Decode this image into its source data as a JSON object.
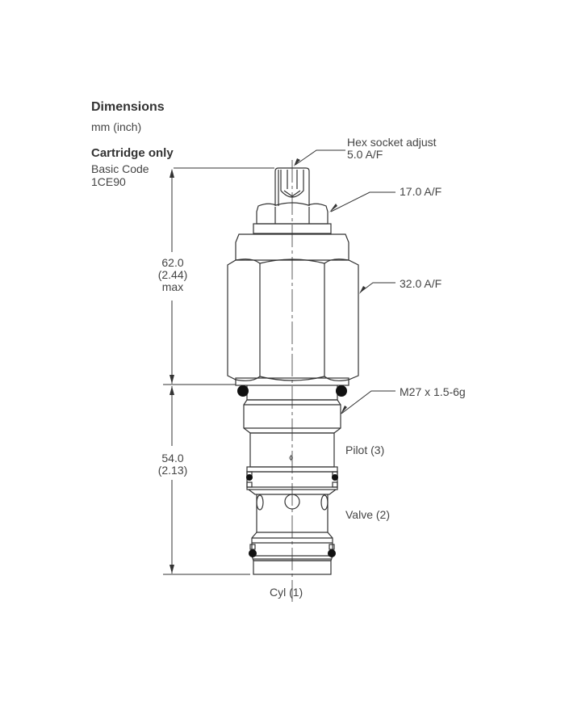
{
  "header": {
    "title": "Dimensions",
    "units": "mm (inch)"
  },
  "product": {
    "heading": "Cartridge only",
    "basic_code_label": "Basic Code",
    "basic_code": "1CE90"
  },
  "callouts": {
    "hex_socket_line1": "Hex socket adjust",
    "hex_socket_line2": "5.0 A/F",
    "nut_af": "17.0 A/F",
    "body_af": "32.0 A/F",
    "thread": "M27 x 1.5-6g"
  },
  "ports": {
    "pilot": "Pilot (3)",
    "valve": "Valve (2)",
    "cyl": "Cyl (1)"
  },
  "dimensions": {
    "upper": {
      "mm": "62.0",
      "inch": "(2.44)",
      "note": "max"
    },
    "lower": {
      "mm": "54.0",
      "inch": "(2.13)"
    }
  },
  "colors": {
    "line": "#333333",
    "text": "#444444",
    "seal": "#111111"
  }
}
